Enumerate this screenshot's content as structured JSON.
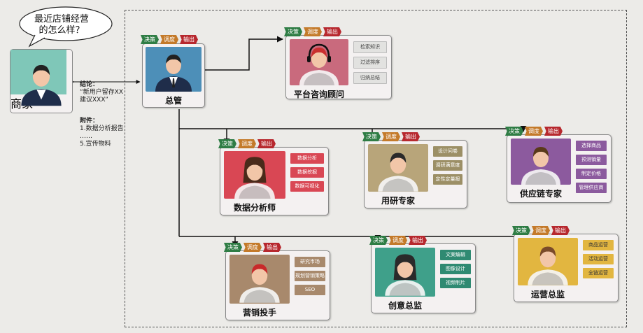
{
  "bubble": {
    "line1": "最近店铺经营",
    "line2": "的怎么样？"
  },
  "merchant": {
    "label": "商家"
  },
  "conclusion": {
    "heading": "结论：",
    "line1": "“新用户留存XX",
    "line2": "建议XXX”"
  },
  "attachments": {
    "heading": "附件：",
    "line1": "1.数据分析报告",
    "line2": "……",
    "line3": "5.宣传物料"
  },
  "tabs": {
    "decide": "决策",
    "dispatch": "调度",
    "output": "输出"
  },
  "manager": {
    "label": "总管"
  },
  "roles": [
    {
      "label": "平台咨询顾问",
      "color": "#c96a7d",
      "tasks": [
        "检索知识",
        "过滤排序",
        "归纳总结"
      ]
    },
    {
      "label": "数据分析师",
      "color": "#d94754",
      "tasks": [
        "数据分析",
        "数据挖掘",
        "数据可视化"
      ]
    },
    {
      "label": "用研专家",
      "color": "#b8a57a",
      "tasks": [
        "设计问卷",
        "调研满意度",
        "定性定量报"
      ]
    },
    {
      "label": "供应链专家",
      "color": "#8c5a9e",
      "tasks": [
        "选择商品",
        "预测销量",
        "制定价格",
        "管理供应商"
      ]
    },
    {
      "label": "营销投手",
      "color": "#a8896c",
      "tasks": [
        "研究市场",
        "规划营销策略",
        "SEO"
      ]
    },
    {
      "label": "创意总监",
      "color": "#3fa08a",
      "tasks": [
        "文案编辑",
        "图像设计",
        "视频制片"
      ]
    },
    {
      "label": "运营总监",
      "color": "#e2b640",
      "tasks": [
        "商品运营",
        "活动运营",
        "全链运营"
      ]
    }
  ],
  "colors": {
    "merchant_bg": "#7fc7b8",
    "manager_bg": "#4d8fb8",
    "tab_decide": "#2f7d45",
    "tab_dispatch": "#c47a2a",
    "tab_output": "#b7282e"
  }
}
